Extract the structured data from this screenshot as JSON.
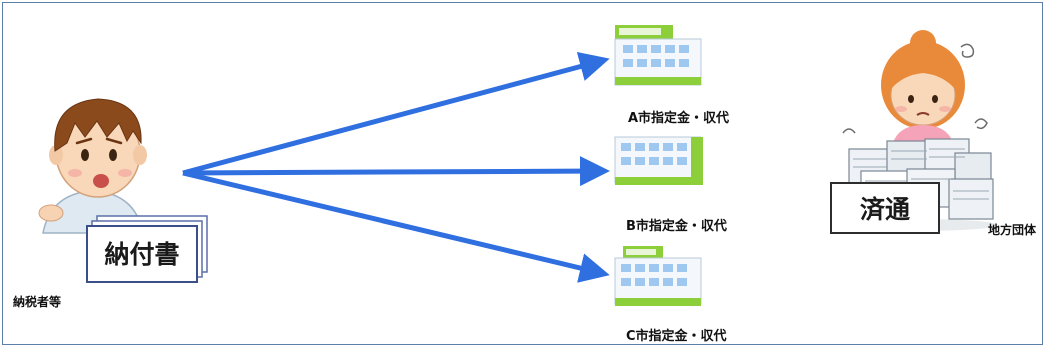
{
  "taxpayer": {
    "label": "納税者等",
    "document_label": "納付書"
  },
  "banks": [
    {
      "label": "A市指定金・収代"
    },
    {
      "label": "B市指定金・収代"
    },
    {
      "label": "C市指定金・収代"
    }
  ],
  "local_government": {
    "label": "地方団体",
    "stamp_label": "済通"
  },
  "colors": {
    "arrow": "#2f6fe0",
    "frame": "#5b7fa8",
    "building_green": "#8ccf3a",
    "building_window": "#9ec8ef"
  }
}
